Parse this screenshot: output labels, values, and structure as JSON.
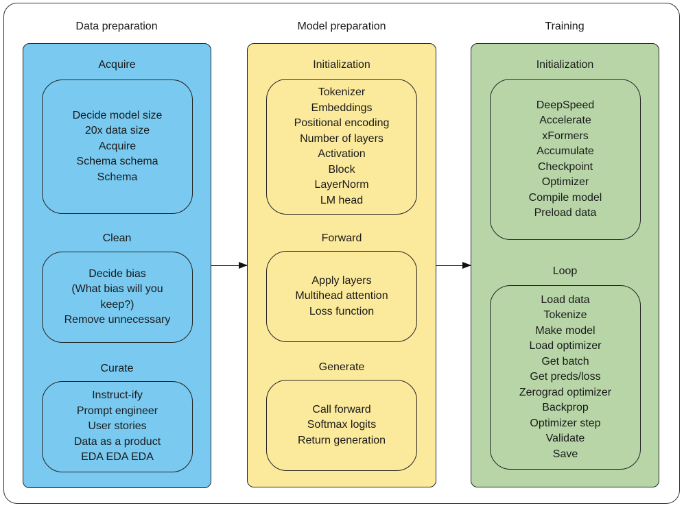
{
  "columns": [
    {
      "title": "Data preparation",
      "color": "#79c9f0",
      "sections": [
        {
          "title": "Acquire",
          "items": [
            "Decide model size",
            "20x data size",
            "Acquire",
            "Schema schema",
            "Schema"
          ]
        },
        {
          "title": "Clean",
          "items": [
            "Decide bias",
            "(What bias will you",
            "keep?)",
            "Remove unnecessary"
          ]
        },
        {
          "title": "Curate",
          "items": [
            "Instruct-ify",
            "Prompt engineer",
            "User stories",
            "Data as a product",
            "EDA EDA EDA"
          ]
        }
      ]
    },
    {
      "title": "Model preparation",
      "color": "#fbe99c",
      "sections": [
        {
          "title": "Initialization",
          "items": [
            "Tokenizer",
            "Embeddings",
            "Positional encoding",
            "Number of layers",
            "Activation",
            "Block",
            "LayerNorm",
            "LM head"
          ]
        },
        {
          "title": "Forward",
          "items": [
            "Apply layers",
            "Multihead attention",
            "Loss function"
          ]
        },
        {
          "title": "Generate",
          "items": [
            "Call forward",
            "Softmax logits",
            "Return generation"
          ]
        }
      ]
    },
    {
      "title": "Training",
      "color": "#b7d5a7",
      "sections": [
        {
          "title": "Initialization",
          "items": [
            "DeepSpeed",
            "Accelerate",
            "xFormers",
            "Accumulate",
            "Checkpoint",
            "Optimizer",
            "Compile model",
            "Preload data"
          ]
        },
        {
          "title": "Loop",
          "items": [
            "Load data",
            "Tokenize",
            "Make model",
            "Load optimizer",
            "Get batch",
            "Get preds/loss",
            "Zerograd optimizer",
            "Backprop",
            "Optimizer step",
            "Validate",
            "Save"
          ]
        }
      ]
    }
  ],
  "connections": [
    {
      "from": "Data preparation",
      "to": "Model preparation"
    },
    {
      "from": "Model preparation",
      "to": "Training"
    }
  ]
}
